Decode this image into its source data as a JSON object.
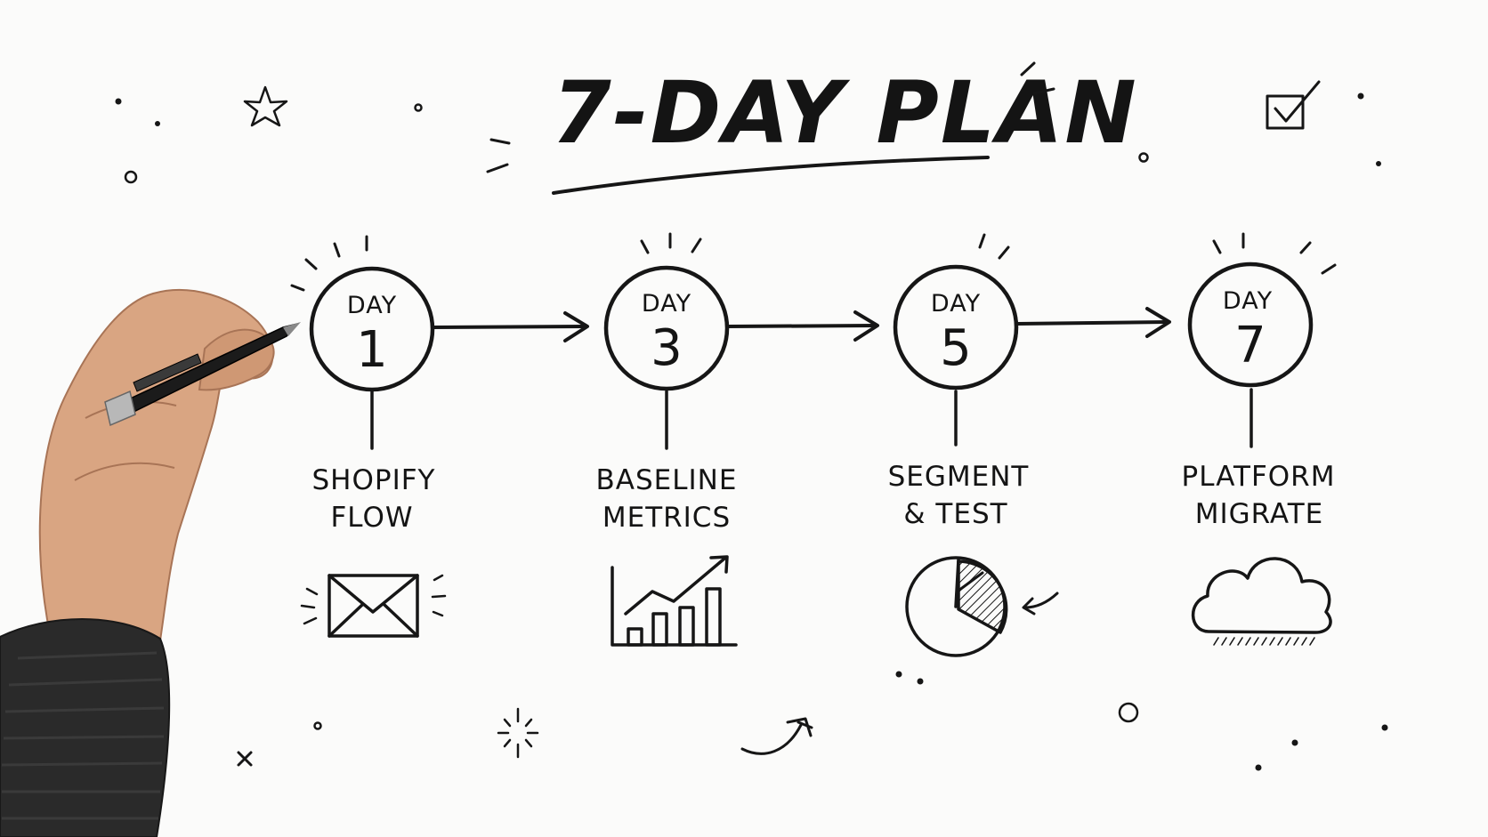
{
  "title": "7-DAY PLAN",
  "steps": [
    {
      "day_word": "DAY",
      "day_number": "1",
      "label_line1": "SHOPIFY",
      "label_line2": "FLOW",
      "icon": "envelope-icon"
    },
    {
      "day_word": "DAY",
      "day_number": "3",
      "label_line1": "BASELINE",
      "label_line2": "METRICS",
      "icon": "bar-chart-icon"
    },
    {
      "day_word": "DAY",
      "day_number": "5",
      "label_line1": "SEGMENT",
      "label_line2": "& TEST",
      "icon": "pie-chart-icon"
    },
    {
      "day_word": "DAY",
      "day_number": "7",
      "label_line1": "PLATFORM",
      "label_line2": "MIGRATE",
      "icon": "cloud-icon"
    }
  ],
  "colors": {
    "ink": "#161616",
    "paper": "#fbfbfa",
    "skin": "#d9a582",
    "sleeve": "#2a2a2a"
  }
}
